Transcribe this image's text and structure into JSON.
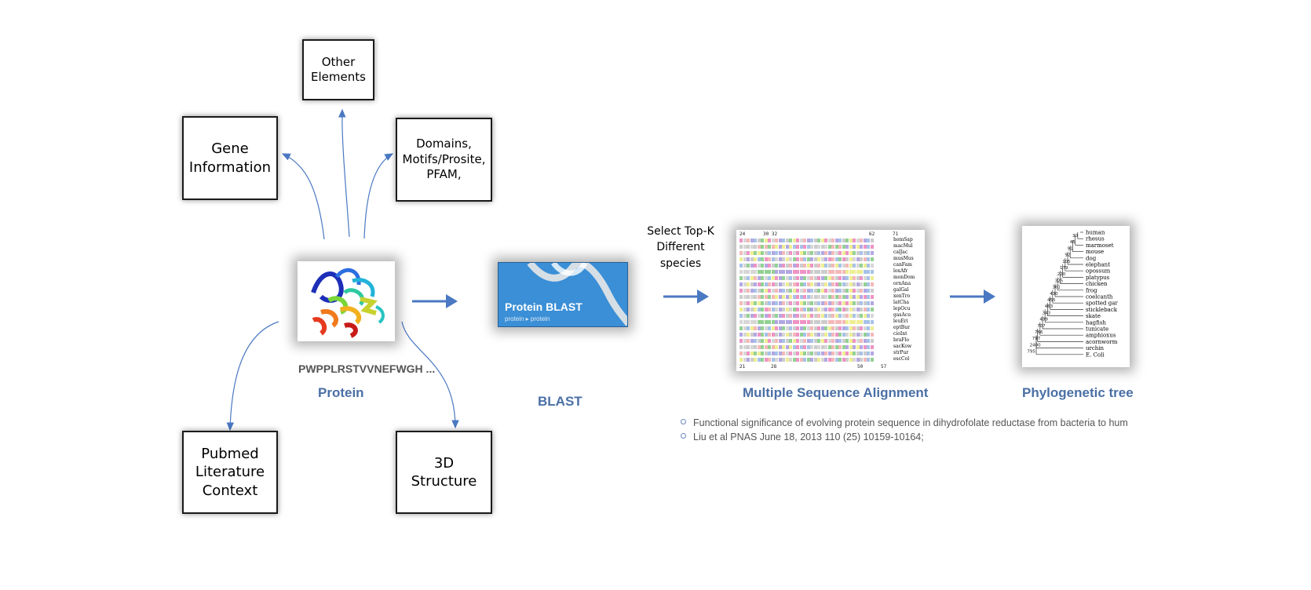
{
  "boxes": {
    "other": "Other\nElements",
    "gene": "Gene\nInformation",
    "domains": "Domains,\nMotifs/Prosite,\nPFAM,",
    "pubmed": "Pubmed\nLiterature\nContext",
    "structure": "3D\nStructure"
  },
  "protein": {
    "sequence": "PWPPLRSTVVNEFWGH ...",
    "label": "Protein"
  },
  "blast": {
    "card_title": "Protein BLAST",
    "card_subtitle": "protein ▸ protein",
    "label": "BLAST"
  },
  "select_text": "Select Top-K\nDifferent\nspecies",
  "msa": {
    "label": "Multiple Sequence Alignment",
    "top_ticks": [
      "24",
      "30 32",
      "62",
      "71"
    ],
    "bottom_ticks": [
      "21",
      "28",
      "50",
      "57"
    ],
    "species": [
      "homSap",
      "macMul",
      "calJac",
      "musMus",
      "canFam",
      "loxAfr",
      "monDom",
      "ornAna",
      "galGal",
      "xenTro",
      "latCha",
      "lepOcu",
      "gasAcu",
      "leuEri",
      "eptBur",
      "cioInt",
      "braFlo",
      "sacKow",
      "strPur",
      "escCol"
    ]
  },
  "tree": {
    "label": "Phylogenetic tree",
    "taxa": [
      "human",
      "rhesus",
      "marmoset",
      "mouse",
      "dog",
      "elephant",
      "opossum",
      "platypus",
      "chicken",
      "frog",
      "coelcanth",
      "spotted gar",
      "stickleback",
      "skate",
      "hagfish",
      "tunicate",
      "amphioxus",
      "acornworm",
      "urchin",
      "E. Coli"
    ],
    "node_ages": [
      "30",
      "45",
      "91",
      "92",
      "105",
      "179",
      "220",
      "325",
      "361",
      "430",
      "455",
      "463",
      "343",
      "499",
      "707",
      "766",
      "797",
      "2400",
      "795"
    ]
  },
  "refs": [
    "Functional significance of evolving protein sequence in dihydrofolate reductase from bacteria to hum",
    "Liu et al PNAS June 18, 2013 110 (25) 10159-10164;"
  ],
  "colors": {
    "arrow": "#4a78c2",
    "label_blue": "#4a6fa5",
    "blast_card": "#3a8fd6"
  }
}
